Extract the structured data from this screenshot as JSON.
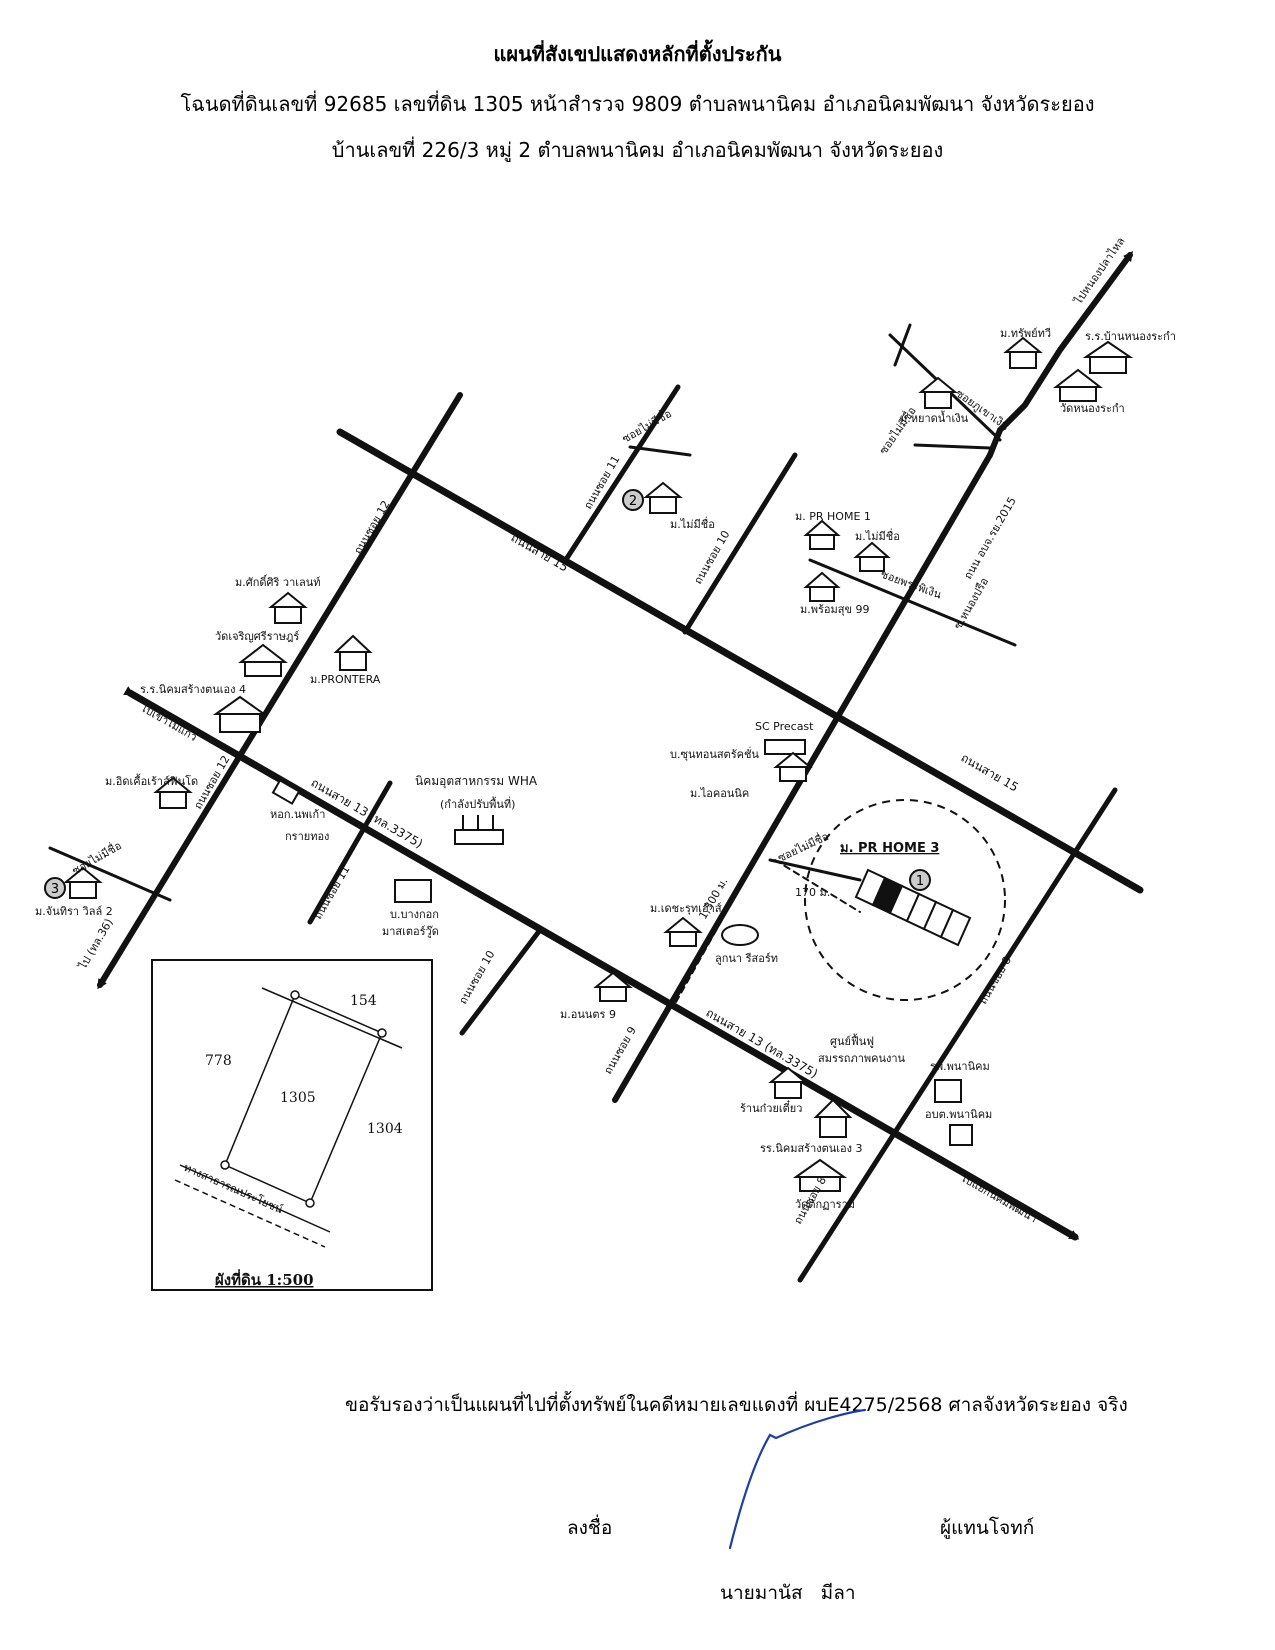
{
  "header": {
    "title": "แผนที่สังเขปแสดงหลักที่ตั้งประกัน",
    "line1": "โฉนดที่ดินเลขที่ 92685    เลขที่ดิน  1305    หน้าสำรวจ  9809 ตำบลพนานิคม  อำเภอนิคมพัฒนา จังหวัดระยอง",
    "line2": "บ้านเลขที่ 226/3  หมู่ 2   ตำบลพนานิคม  อำเภอนิคมพัฒนา จังหวัดระยอง"
  },
  "map": {
    "roads": {
      "soi12": "ถนนซอย 12",
      "soi12b": "ถนนซอย 12",
      "soi11": "ถนนซอย 11",
      "soi11b": "ถนนซอย 11",
      "soi10": "ถนนซอย 10",
      "soi10b": "ถนนซอย 10",
      "soi9": "ถนนซอย 9",
      "soi8": "ถนนซอย 8",
      "soi8b": "ถนนซอย 8",
      "sai15": "ถนนสาย 15",
      "sai15b": "ถนนสาย 15",
      "sai13": "ถนนสาย 13 (ทล.3375)",
      "sai13b": "ถนนสาย 13 (ทล.3375)",
      "rayong": "ถนน อบจ.รย.2015",
      "unnamed1": "ซอยไม่มีชื่อ",
      "unnamed2": "ซอยไม่มีชื่อ",
      "unnamed3": "ซอยไม่มีชื่อ",
      "soiPhaya": "ซอยภูเขาเงิน",
      "soiAnanda": "ซอยพระพิเงิน",
      "soiNongpro": "ซ.หนองปรือ"
    },
    "directions": {
      "toKhaoMaiKaew": "ไปเขาไม้แก้ว",
      "toRoute36": "ไป (ทล.36)",
      "toNongPlalai": "ไปหนองปลาไหล",
      "toNikomPhatthana": "ไปแยกนิคมพัฒนา"
    },
    "places": {
      "sapThawi": "ม.ทรัพย์ทวี",
      "banNongRakam": "ร.ร.บ้านหนองระกำ",
      "watNongRakam": "วัดหนองระกำ",
      "yadNamNgoen": "ม.หยาดน้ำเงิน",
      "maiMiChue": "ม.ไม่มีชื่อ",
      "prHome1": "ม. PR HOME 1",
      "maiMiChue2": "ม.ไม่มีชื่อ",
      "phromSuk": "ม.พร้อมสุข 99",
      "sakSiri": "ม.ศักดิ์ศิริ วาเลนท์",
      "watCharoen": "วัดเจริญศรีราษฎร์",
      "prontera": "ม.PRONTERA",
      "schoolNikom4": "ร.ร.นิคมสร้างตนเอง 4",
      "scPrecast": "SC Precast",
      "sunThon": "บ.ซุนทอนสตรัคชั่น",
      "iconic": "ม.ไอคอนนิค",
      "prHome3": "ม. PR HOME 3",
      "dist170": "170 ม.",
      "dist1300": "1,300 ม.",
      "wha": "นิคมอุตสาหกรรม WHA",
      "whaSub": "(กำลังปรับพื้นที่)",
      "dormitory": "หอก.นพเก้า",
      "dormitory2": "กรายทอง",
      "bangkokMaster": "บ.บางกอก",
      "bangkokMaster2": "มาสเตอร์วู๊ด",
      "daecha": "ม.เดชะรุทเฮ้าส์",
      "luknaResort": "ลูกนา รีสอร์ท",
      "anunyanakorn": "ม.อนนตร 9",
      "itKhue": "ม.อิดเคื้อเร้าส์ฟินโด",
      "chanthira": "ม.จันทิรา วิลล์ 2",
      "rehab": "ศูนย์ฟื้นฟู",
      "rehab2": "สมรรถภาพคนงาน",
      "hospital": "รพ.พนานิคม",
      "noodle": "ร้านก๋วยเตี๋ยว",
      "schoolNikom3": "รร.นิคมสร้างตนเอง 3",
      "obt": "อบต.พนานิคม",
      "watTakuran": "วัดตักฏาราม"
    },
    "markers": [
      "1",
      "2",
      "3"
    ],
    "plan": {
      "caption": "ผังที่ดิน 1:500",
      "parcel": "1305",
      "north": "154",
      "west": "778",
      "east": "1304",
      "road": "ทางสาธารณประโยชน์"
    }
  },
  "certification": "ขอรับรองว่าเป็นแผนที่ไปที่ตั้งทรัพย์ในคดีหมายเลขแดงที่ ผบE4275/2568 ศาลจังหวัดระยอง จริง",
  "signature": {
    "sign_label": "ลงชื่อ",
    "rep_label": "ผู้แทนโจทก์",
    "name": "นายมานัส   มีลา"
  },
  "colors": {
    "ink": "#111111",
    "signature": "#1f3f9e"
  }
}
